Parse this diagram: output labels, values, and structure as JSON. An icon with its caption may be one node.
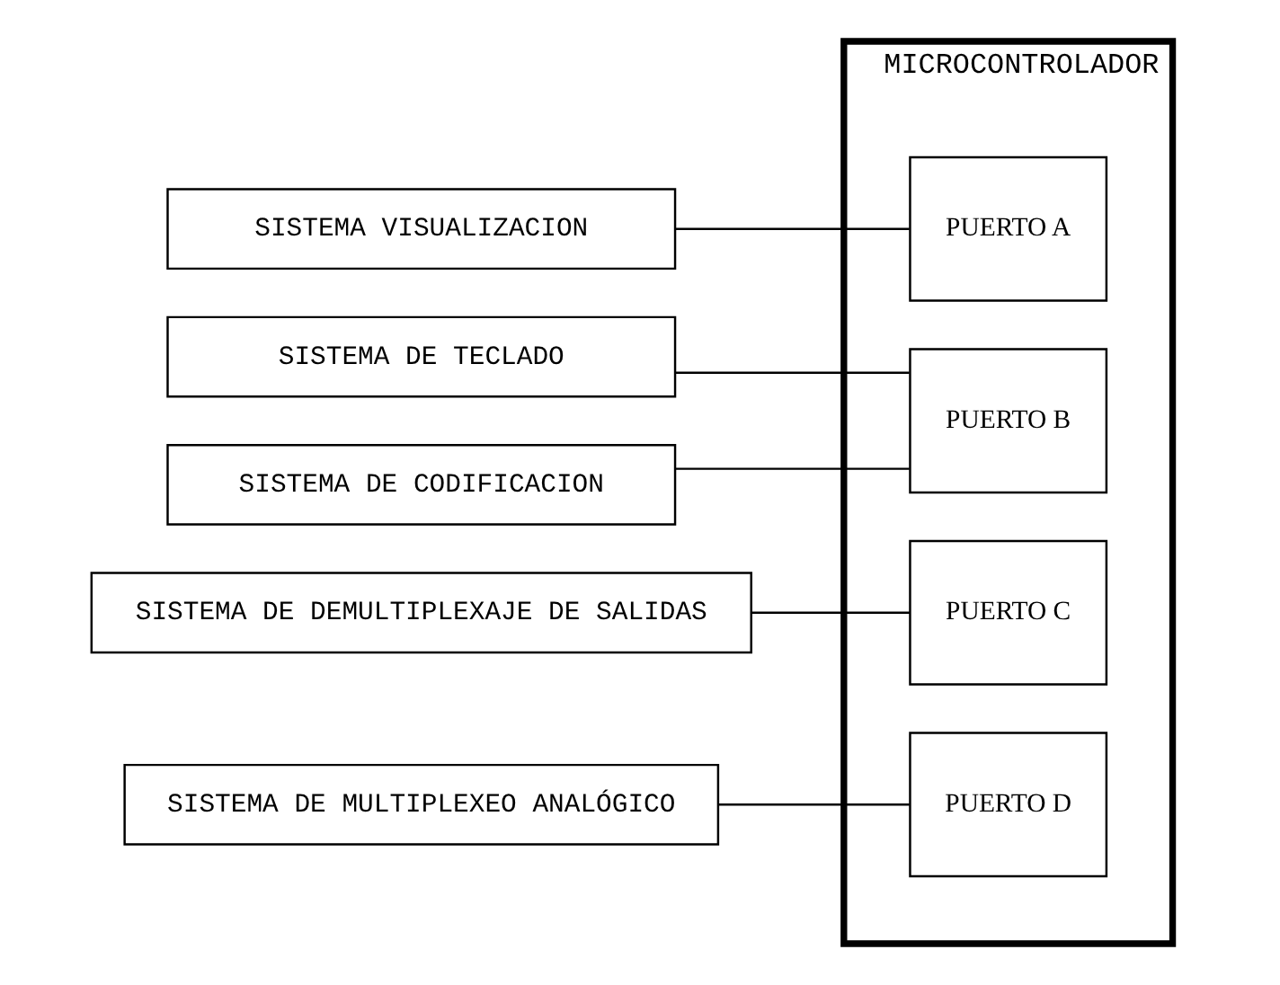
{
  "diagram": {
    "nodes": [
      {
        "text": [
          "SISTEMA VISUALIZACION"
        ]
      },
      {
        "text": [
          "SISTEMA DE TECLADO"
        ]
      },
      {
        "text": [
          "SISTEMA DE CODIFICACION"
        ]
      },
      {
        "text": [
          "SISTEMA DE DEMULTIPLEXAJE DE SALIDAS"
        ]
      },
      {
        "text": [
          "SISTEMA DE MULTIPLEXEO ANALÓGICO"
        ]
      },
      {
        "text": [
          "MICROCONTROLADOR"
        ]
      },
      {
        "text": [
          "PUERTO A"
        ],
        "in": 5
      },
      {
        "text": [
          "PUERTO B"
        ],
        "in": 5
      },
      {
        "text": [
          "PUERTO C"
        ],
        "in": 5
      },
      {
        "text": [
          "PUERTO D"
        ],
        "in": 5
      }
    ],
    "edges": [
      {
        "from": 0,
        "to": 6,
        "arrow": "none"
      },
      {
        "from": 1,
        "to": 7,
        "arrow": "none"
      },
      {
        "from": 2,
        "to": 7,
        "arrow": "none"
      },
      {
        "from": 3,
        "to": 8,
        "arrow": "none"
      },
      {
        "from": 4,
        "to": 9,
        "arrow": "none"
      }
    ]
  }
}
